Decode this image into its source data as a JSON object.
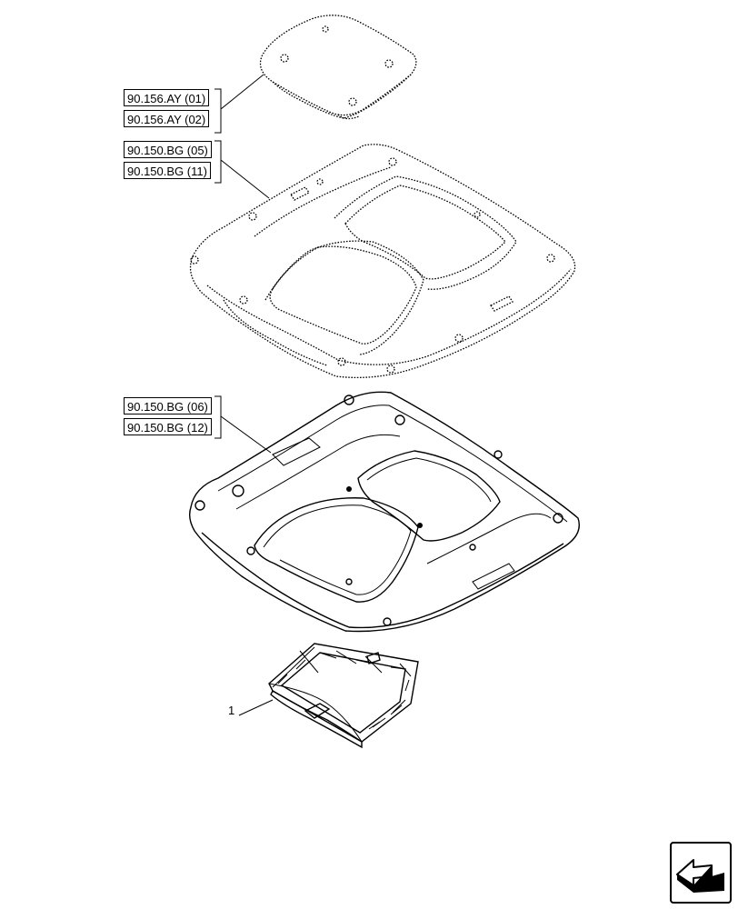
{
  "references": {
    "roof_cover_1": "90.156.AY (01)",
    "roof_cover_2": "90.156.AY (02)",
    "headliner_1": "90.150.BG (05)",
    "headliner_2": "90.150.BG (11)",
    "roof_frame_1": "90.150.BG (06)",
    "roof_frame_2": "90.150.BG (12)"
  },
  "items": {
    "sunroof_panel": "1"
  },
  "icons": {
    "next_page": "arrow-icon"
  },
  "colors": {
    "line": "#000000",
    "background": "#ffffff"
  }
}
